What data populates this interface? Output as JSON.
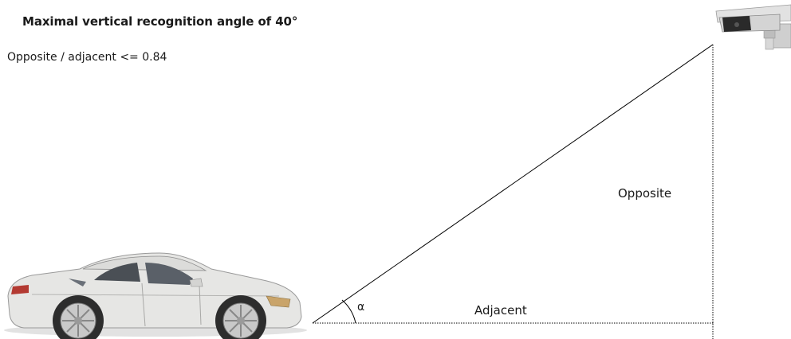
{
  "title": "Maximal vertical recognition angle of 40°",
  "ratio_text": "Opposite / adjacent  <= 0.84",
  "labels": {
    "opposite": "Opposite",
    "adjacent": "Adjacent",
    "angle": "α"
  },
  "objects": {
    "vehicle": "car-icon",
    "device": "camera-icon"
  },
  "colors": {
    "line": "#000000",
    "car_body": "#e6e6e4",
    "camera_body": "#d9d9d9",
    "camera_lens": "#2a2a2a"
  }
}
